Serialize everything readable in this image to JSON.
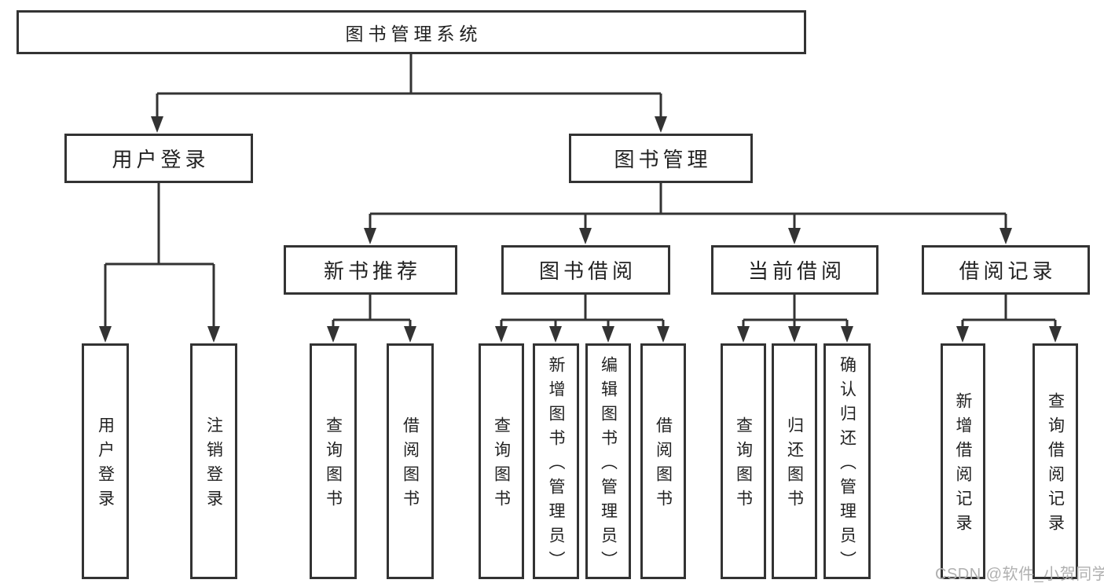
{
  "diagram": {
    "type": "org-chart",
    "colors": {
      "line": "#333333",
      "text": "#222222",
      "background": "#ffffff",
      "watermark_text": "#b0b0b0"
    }
  },
  "tree": {
    "label": "图书管理系统",
    "children": [
      {
        "label": "用户登录",
        "children": [
          {
            "label": "用户登录"
          },
          {
            "label": "注销登录"
          }
        ]
      },
      {
        "label": "图书管理",
        "children": [
          {
            "label": "新书推荐",
            "children": [
              {
                "label": "查询图书"
              },
              {
                "label": "借阅图书"
              }
            ]
          },
          {
            "label": "图书借阅",
            "children": [
              {
                "label": "查询图书"
              },
              {
                "label": "新增图书（管理员）"
              },
              {
                "label": "编辑图书（管理员）"
              },
              {
                "label": "借阅图书"
              }
            ]
          },
          {
            "label": "当前借阅",
            "children": [
              {
                "label": "查询图书"
              },
              {
                "label": "归还图书"
              },
              {
                "label": "确认归还（管理员）"
              }
            ]
          },
          {
            "label": "借阅记录",
            "children": [
              {
                "label": "新增借阅记录"
              },
              {
                "label": "查询借阅记录"
              }
            ]
          }
        ]
      }
    ]
  },
  "watermark": {
    "text": "CSDN @软件_小贺同学"
  }
}
